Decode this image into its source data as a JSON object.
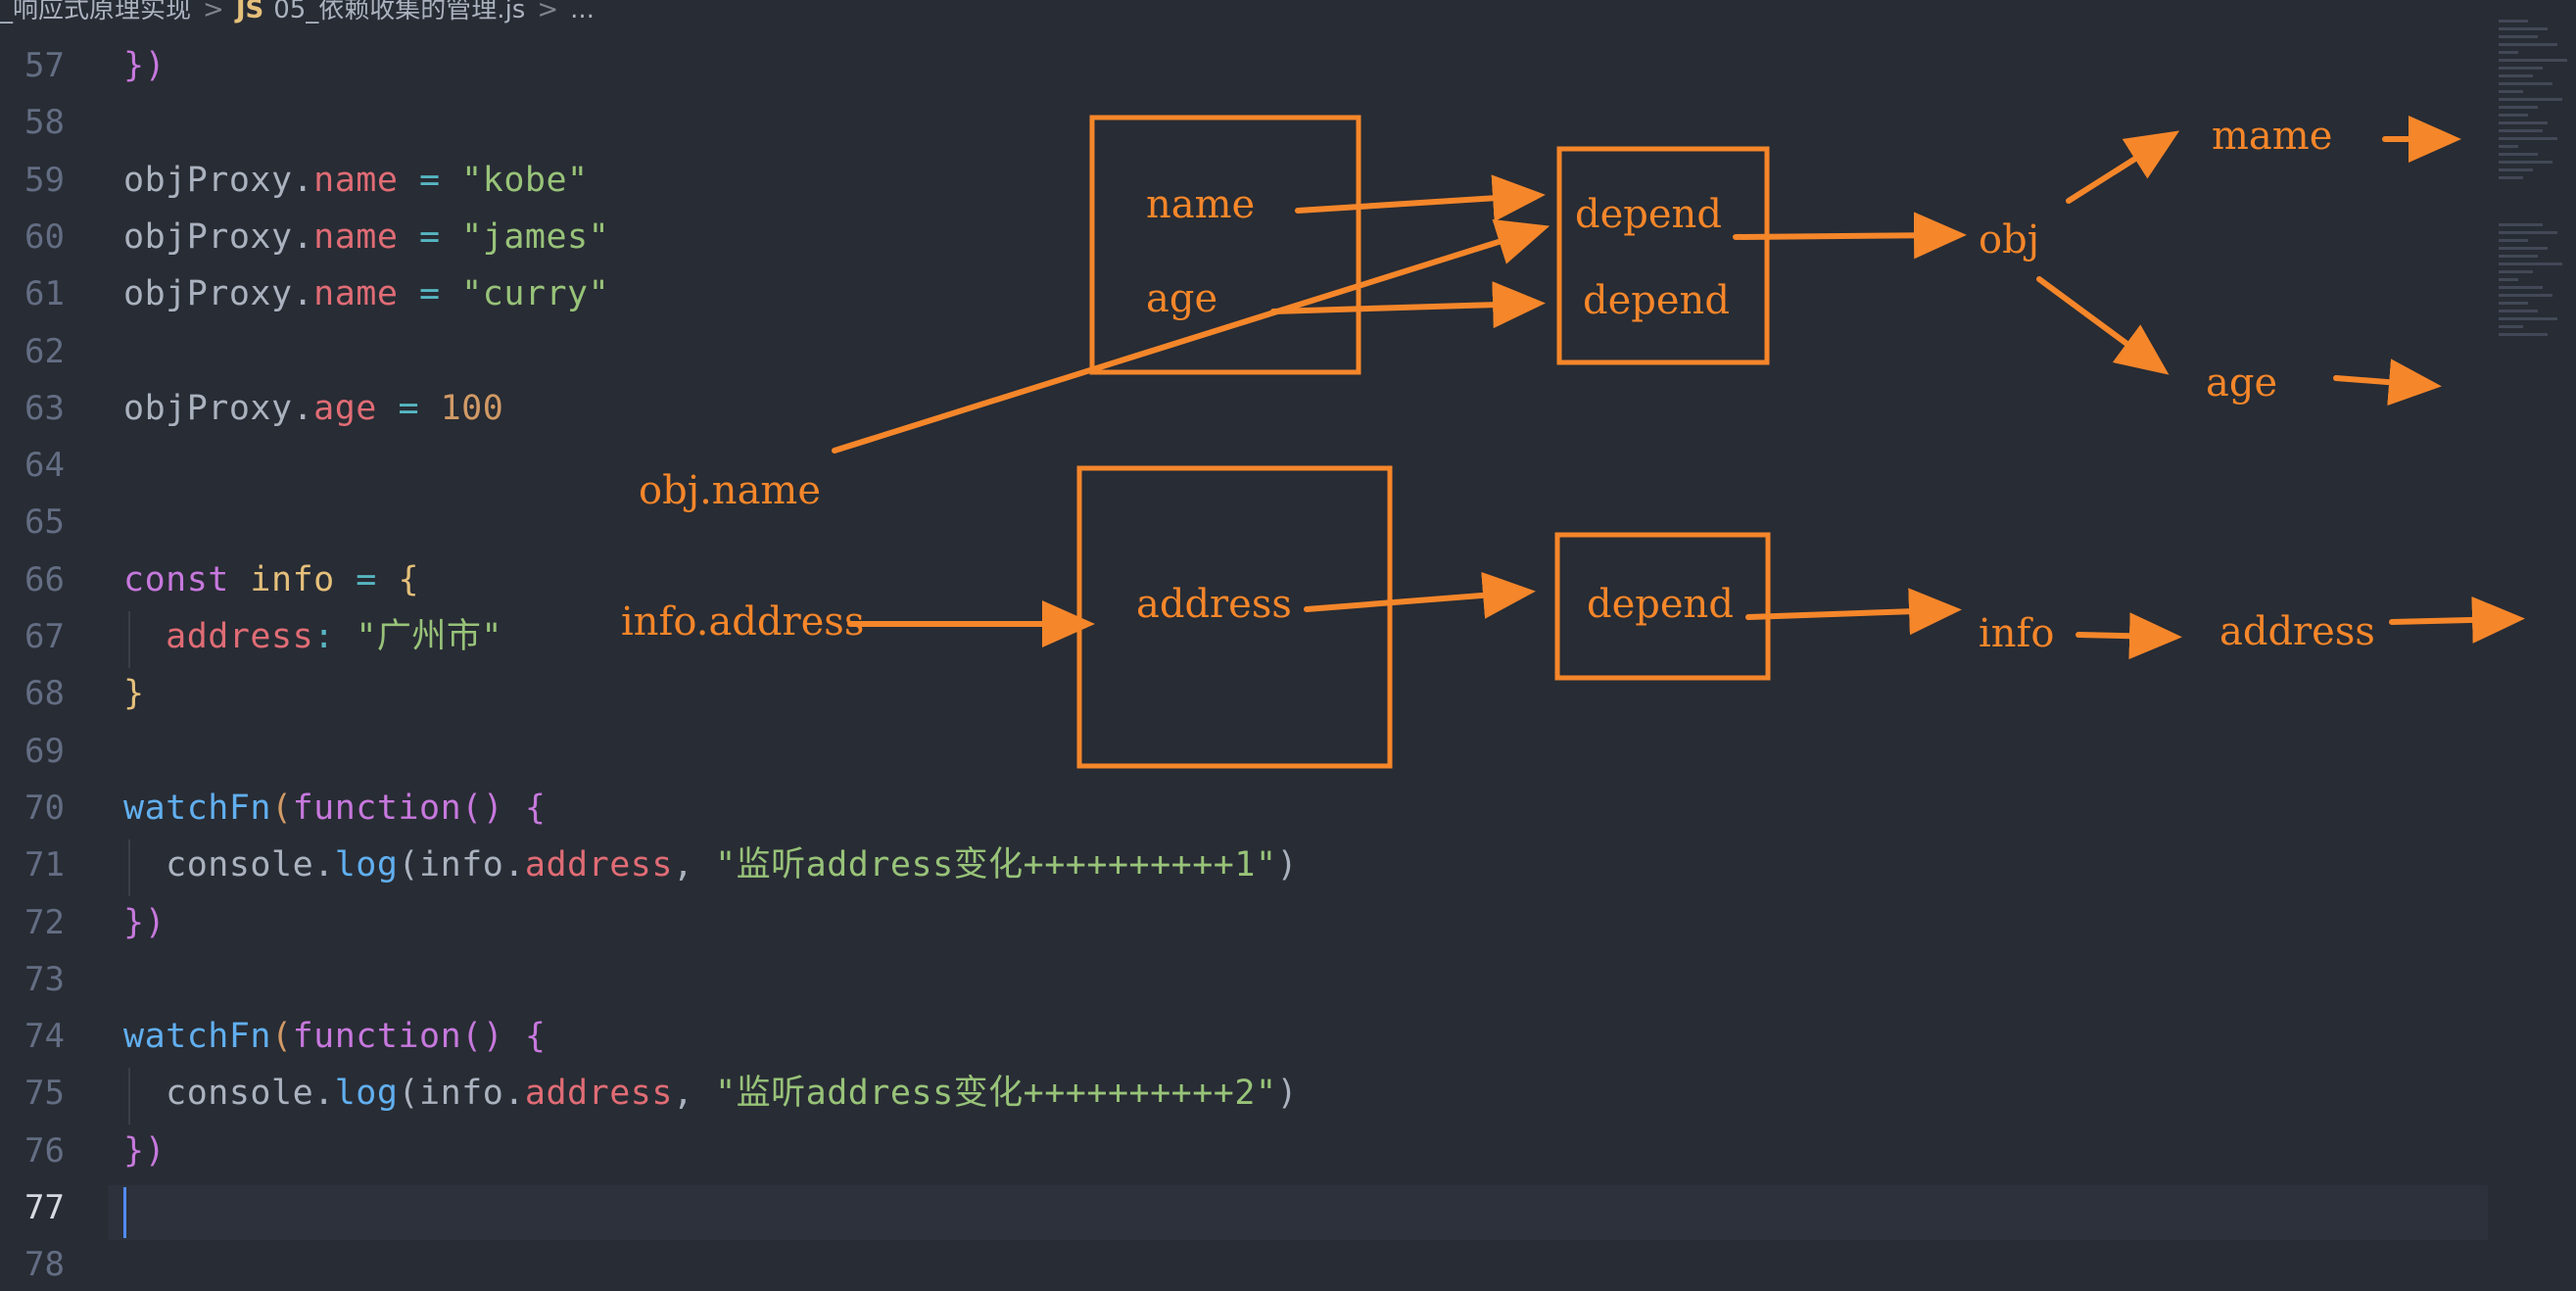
{
  "breadcrumb": {
    "folder": "_响应式原理实现",
    "file_badge": "JS",
    "file": "05_依赖收集的管理.js",
    "tail": "..."
  },
  "editor": {
    "active_line": "77",
    "line_numbers": [
      "57",
      "58",
      "59",
      "60",
      "61",
      "62",
      "63",
      "64",
      "65",
      "66",
      "67",
      "68",
      "69",
      "70",
      "71",
      "72",
      "73",
      "74",
      "75",
      "76",
      "77",
      "78"
    ],
    "lines": [
      {
        "num": "57",
        "tokens": [
          {
            "t": "})",
            "c": "br1"
          }
        ]
      },
      {
        "num": "58",
        "tokens": []
      },
      {
        "num": "59",
        "tokens": [
          {
            "t": "objProxy",
            "c": "var"
          },
          {
            "t": ".",
            "c": "var"
          },
          {
            "t": "name",
            "c": "prop"
          },
          {
            "t": " = ",
            "c": "op"
          },
          {
            "t": "\"kobe\"",
            "c": "str"
          }
        ]
      },
      {
        "num": "60",
        "tokens": [
          {
            "t": "objProxy",
            "c": "var"
          },
          {
            "t": ".",
            "c": "var"
          },
          {
            "t": "name",
            "c": "prop"
          },
          {
            "t": " = ",
            "c": "op"
          },
          {
            "t": "\"james\"",
            "c": "str"
          }
        ]
      },
      {
        "num": "61",
        "tokens": [
          {
            "t": "objProxy",
            "c": "var"
          },
          {
            "t": ".",
            "c": "var"
          },
          {
            "t": "name",
            "c": "prop"
          },
          {
            "t": " = ",
            "c": "op"
          },
          {
            "t": "\"curry\"",
            "c": "str"
          }
        ]
      },
      {
        "num": "62",
        "tokens": []
      },
      {
        "num": "63",
        "tokens": [
          {
            "t": "objProxy",
            "c": "var"
          },
          {
            "t": ".",
            "c": "var"
          },
          {
            "t": "age",
            "c": "prop"
          },
          {
            "t": " = ",
            "c": "op"
          },
          {
            "t": "100",
            "c": "num"
          }
        ]
      },
      {
        "num": "64",
        "tokens": []
      },
      {
        "num": "65",
        "tokens": []
      },
      {
        "num": "66",
        "tokens": [
          {
            "t": "const",
            "c": "kw"
          },
          {
            "t": " info ",
            "c": "br3"
          },
          {
            "t": "=",
            "c": "op"
          },
          {
            "t": " {",
            "c": "br3"
          }
        ]
      },
      {
        "num": "67",
        "tokens": [
          {
            "t": "  address",
            "c": "prop"
          },
          {
            "t": ": ",
            "c": "op"
          },
          {
            "t": "\"广州市\"",
            "c": "str"
          }
        ]
      },
      {
        "num": "68",
        "tokens": [
          {
            "t": "}",
            "c": "br3"
          }
        ]
      },
      {
        "num": "69",
        "tokens": []
      },
      {
        "num": "70",
        "tokens": [
          {
            "t": "watchFn",
            "c": "fn"
          },
          {
            "t": "(",
            "c": "br2"
          },
          {
            "t": "function",
            "c": "kw"
          },
          {
            "t": "() {",
            "c": "br1"
          }
        ]
      },
      {
        "num": "71",
        "tokens": [
          {
            "t": "  console",
            "c": "var"
          },
          {
            "t": ".",
            "c": "var"
          },
          {
            "t": "log",
            "c": "fn"
          },
          {
            "t": "(",
            "c": "var"
          },
          {
            "t": "info",
            "c": "var"
          },
          {
            "t": ".",
            "c": "var"
          },
          {
            "t": "address",
            "c": "prop"
          },
          {
            "t": ", ",
            "c": "var"
          },
          {
            "t": "\"监听address变化++++++++++1\"",
            "c": "str"
          },
          {
            "t": ")",
            "c": "var"
          }
        ]
      },
      {
        "num": "72",
        "tokens": [
          {
            "t": "})",
            "c": "br1"
          }
        ]
      },
      {
        "num": "73",
        "tokens": []
      },
      {
        "num": "74",
        "tokens": [
          {
            "t": "watchFn",
            "c": "fn"
          },
          {
            "t": "(",
            "c": "br2"
          },
          {
            "t": "function",
            "c": "kw"
          },
          {
            "t": "() {",
            "c": "br1"
          }
        ]
      },
      {
        "num": "75",
        "tokens": [
          {
            "t": "  console",
            "c": "var"
          },
          {
            "t": ".",
            "c": "var"
          },
          {
            "t": "log",
            "c": "fn"
          },
          {
            "t": "(",
            "c": "var"
          },
          {
            "t": "info",
            "c": "var"
          },
          {
            "t": ".",
            "c": "var"
          },
          {
            "t": "address",
            "c": "prop"
          },
          {
            "t": ", ",
            "c": "var"
          },
          {
            "t": "\"监听address变化++++++++++2\"",
            "c": "str"
          },
          {
            "t": ")",
            "c": "var"
          }
        ]
      },
      {
        "num": "76",
        "tokens": [
          {
            "t": "})",
            "c": "br1"
          }
        ]
      },
      {
        "num": "77",
        "tokens": []
      },
      {
        "num": "78",
        "tokens": []
      }
    ]
  },
  "diagram": {
    "color": "#f5862a",
    "labels": {
      "name": "name",
      "age": "age",
      "depend_1": "depend",
      "depend_2": "depend",
      "obj": "obj",
      "mame": "mame",
      "age_right": "age",
      "obj_name": "obj.name",
      "info_address": "info.address",
      "address_box": "address",
      "depend_3": "depend",
      "info": "info",
      "address_right": "address"
    }
  },
  "colors": {
    "editor_bg": "#282c34",
    "line_number": "#636d83",
    "keyword": "#c678dd",
    "function": "#61afef",
    "string": "#98c379",
    "property": "#e06c75",
    "number": "#d19a66",
    "annotation": "#f5862a"
  }
}
